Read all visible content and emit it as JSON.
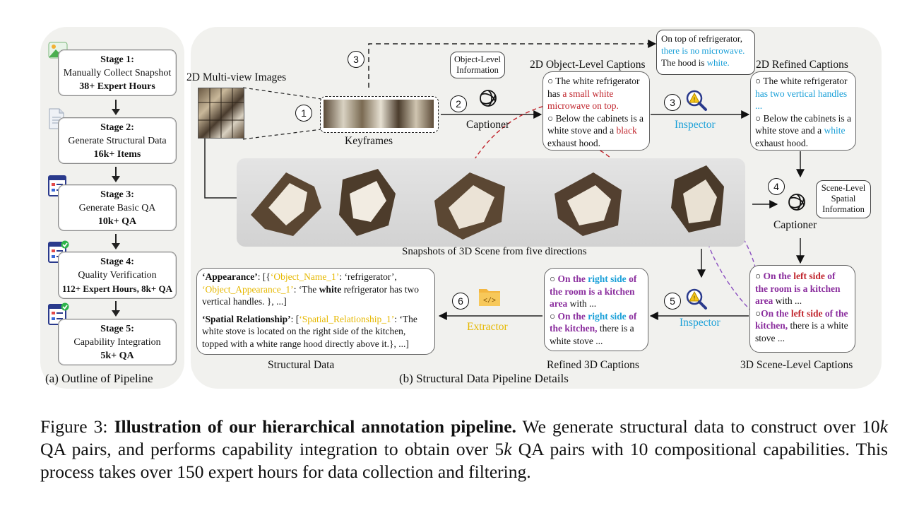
{
  "outline": {
    "title": "(a) Outline of Pipeline",
    "stages": [
      {
        "name": "Stage 1:",
        "desc": "Manually Collect Snapshot",
        "stat": "38+ Expert Hours"
      },
      {
        "name": "Stage 2:",
        "desc": "Generate Structural Data",
        "stat": "16k+ Items"
      },
      {
        "name": "Stage 3:",
        "desc": "Generate Basic QA",
        "stat": "10k+ QA"
      },
      {
        "name": "Stage 4:",
        "desc": "Quality Verification",
        "stat": "112+ Expert Hours, 8k+ QA"
      },
      {
        "name": "Stage 5:",
        "desc": "Capability Integration",
        "stat": "5k+ QA"
      }
    ]
  },
  "details": {
    "title": "(b)  Structural Data Pipeline Details",
    "multiview_label": "2D Multi-view Images",
    "keyframes_label": "Keyframes",
    "captioner_label": "Captioner",
    "captioner2_label": "Captioner",
    "inspector_label": "Inspector",
    "inspector2_label": "Inspector",
    "extractor_label": "Extractor",
    "object_info": "Object-Level Information",
    "scene_info": "Scene-Level Spatial Information",
    "snapshots_label": "Snapshots of 3D Scene from five directions",
    "steps": [
      "1",
      "2",
      "3",
      "3",
      "4",
      "5",
      "6"
    ],
    "object_captions": {
      "title": "2D Object-Level Captions",
      "c1_a": "The white refrigerator has ",
      "c1_b": "a small white microwave on top.",
      "c2_a": "Below the cabinets is a white stove and a ",
      "c2_b": "black",
      "c2_c": " exhaust hood."
    },
    "inspector_note": {
      "line1": "On top of refrigerator,",
      "line2": "there is no microwave.",
      "line3a": "The hood is ",
      "line3b": "white."
    },
    "refined_captions": {
      "title": "2D Refined Captions",
      "c1_a": "The white refrigerator ",
      "c1_b": "has two vertical handles ...",
      "c2_a": "Below the cabinets is a white stove and a ",
      "c2_b": "white",
      "c2_c": " exhaust hood."
    },
    "scene_captions": {
      "title": "3D Scene-Level Captions",
      "c1_a": "On the ",
      "c1_b": "left side",
      "c1_c": " of the room is a kitchen area",
      "c1_d": " with ...",
      "c2_a": "On the ",
      "c2_b": "left side",
      "c2_c": " of the kitchen,",
      "c2_d": " there is a white stove ..."
    },
    "refined3d_captions": {
      "title": "Refined 3D Captions",
      "c1_a": "On the ",
      "c1_b": "right side",
      "c1_c": " of the room is a kitchen area",
      "c1_d": " with ...",
      "c2_a": "On the ",
      "c2_b": "right side",
      "c2_c": " of the kitchen,",
      "c2_d": " there is a white stove ..."
    },
    "structural": {
      "title": "Structural Data",
      "k1": "‘Appearance’",
      "t1": ": [{",
      "k2": "‘Object_Name_1’",
      "t2": ": ‘refrigerator’,",
      "k3": "‘Object_Appearance_1’",
      "t3a": ": ‘The ",
      "t3b": "white",
      "t3c": " refrigerator has two vertical handles. }, ...]",
      "k4": "‘Spatial Relationship’",
      "t4": ": [",
      "k5": "‘Spatial_Relationship_1’",
      "t5": ": ‘The white stove is located on the right side of the kitchen, topped with a white range hood directly above it.}, ...]"
    }
  },
  "figure_caption": {
    "prefix": "Figure 3: ",
    "bold": "Illustration of our hierarchical annotation pipeline.",
    "rest1": " We generate structural data to construct over 10",
    "k1": "k",
    "rest2": " QA pairs, and performs capability integration to obtain over 5",
    "k2": "k",
    "rest3": " QA pairs with 10 compositional capabilities. This process takes over 150 expert hours for data collection and filtering."
  },
  "colors": {
    "red": "#c0242c",
    "blue": "#1aa0d8",
    "purple": "#8b2e9e",
    "gold": "#e6b800",
    "panel": "#f1f1ee"
  }
}
